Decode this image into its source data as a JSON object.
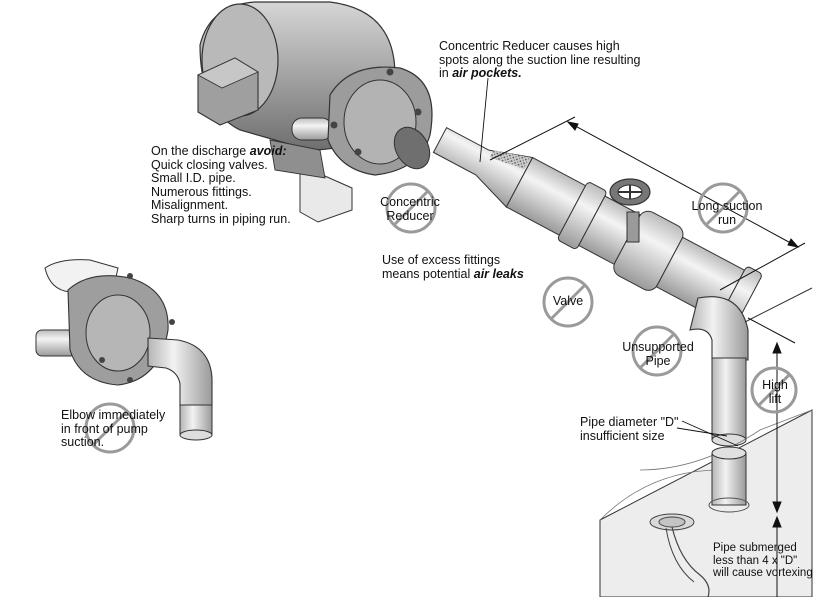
{
  "labels": {
    "discharge": {
      "intro": "On the discharge",
      "intro_em": "avoid:",
      "items": [
        "Quick closing valves.",
        "Small I.D. pipe.",
        "Numerous fittings.",
        "Misalignment.",
        "Sharp turns in piping run."
      ]
    },
    "reducer_note": {
      "line1": "Concentric Reducer causes high",
      "line2": "spots along the suction line resulting",
      "line3_pre": "in",
      "line3_em": "air pockets."
    },
    "concentric_reducer": {
      "line1": "Concentric",
      "line2": "Reducer"
    },
    "fittings": {
      "line1": "Use of excess fittings",
      "line2_pre": "means potential",
      "line2_em": "air leaks"
    },
    "valve": "Valve",
    "long_suction": {
      "line1": "Long suction",
      "line2": "run"
    },
    "unsupported": {
      "line1": "Unsupported",
      "line2": "Pipe"
    },
    "high_lift": {
      "line1": "High",
      "line2": "lift"
    },
    "pipe_diameter": {
      "line1": "Pipe diameter \"D\"",
      "line2": "insufficient size"
    },
    "elbow": {
      "line1": "Elbow immediately",
      "line2": "in front of pump",
      "line3": "suction."
    },
    "submerged": {
      "line1": "Pipe submerged",
      "line2": "less than 4 x \"D\"",
      "line3": "will cause vortexing"
    }
  },
  "colors": {
    "metal_light": "#e6e6e6",
    "metal_mid": "#bdbdbd",
    "metal_dark": "#8c8c8c",
    "outline": "#333333",
    "prohibition": "#9a9a9a"
  },
  "icons": [
    "no-symbol-icon"
  ]
}
